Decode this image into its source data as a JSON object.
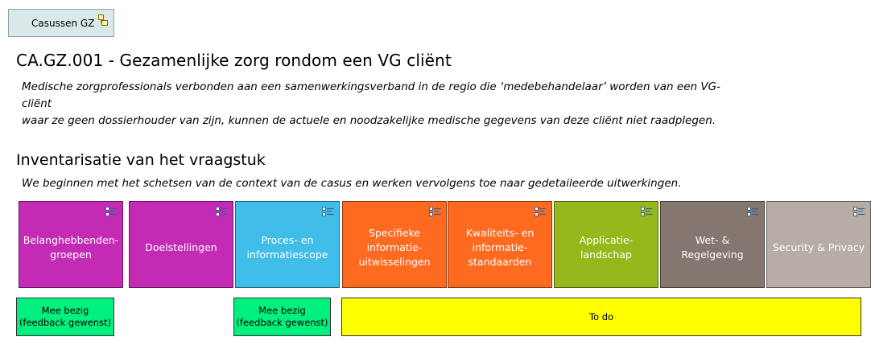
{
  "top_tab": {
    "label": "Casussen GZ",
    "icon": "component-icon"
  },
  "header": {
    "title": "CA.GZ.001 - Gezamenlijke zorg rondom een VG cliënt",
    "intro_line1": "Medische zorgprofessionals verbonden aan een samenwerkingsverband in de regio die ‘medebehandelaar’ worden van een VG-cliënt",
    "intro_line2": "waar ze geen dossierhouder van zijn, kunnen de actuele en noodzakelijke medische gegevens van deze cliënt niet raadplegen."
  },
  "section": {
    "title": "Inventarisatie van het vraagstuk",
    "intro": "We beginnen met het schetsen van de context van de casus en werken vervolgens toe naar gedetaileerde uitwerkingen."
  },
  "tiles": [
    {
      "label_1": "Belanghebbenden-",
      "label_2": "groepen",
      "label_3": "",
      "color": "#c42bb5"
    },
    {
      "label_1": "Doelstellingen",
      "label_2": "",
      "label_3": "",
      "color": "#c42bb5"
    },
    {
      "label_1": "Proces- en",
      "label_2": "informatiescope",
      "label_3": "",
      "color": "#40bde8"
    },
    {
      "label_1": "Specifieke",
      "label_2": "informatie-",
      "label_3": "uitwisselingen",
      "color": "#ff6a21"
    },
    {
      "label_1": "Kwaliteits- en",
      "label_2": "informatie-",
      "label_3": "standaarden",
      "color": "#ff6a21"
    },
    {
      "label_1": "Applicatie-",
      "label_2": "landschap",
      "label_3": "",
      "color": "#97b81a"
    },
    {
      "label_1": "Wet- &",
      "label_2": "Regelgeving",
      "label_3": "",
      "color": "#847770"
    },
    {
      "label_1": "Security & Privacy",
      "label_2": "",
      "label_3": "",
      "color": "#b7aca6"
    }
  ],
  "status": [
    {
      "line1": "Mee bezig",
      "line2": "(feedback gewenst)",
      "color": "#00f07f"
    },
    {
      "line1": "Mee bezig",
      "line2": "(feedback gewenst)",
      "color": "#00f07f"
    },
    {
      "line1": "To do",
      "line2": "",
      "color": "#ffff00"
    }
  ],
  "icons": {
    "tile": "list-icon"
  }
}
